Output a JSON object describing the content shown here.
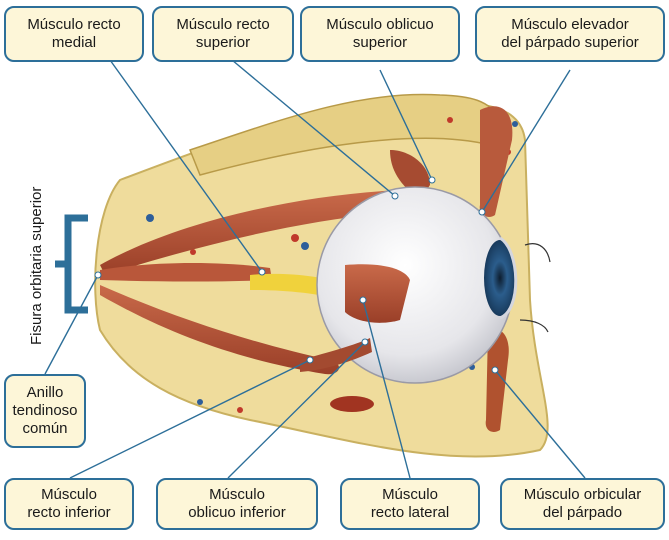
{
  "labels": {
    "medial_rectus": [
      "Músculo recto",
      "medial"
    ],
    "superior_rectus": [
      "Músculo recto",
      "superior"
    ],
    "superior_oblique": [
      "Músculo oblicuo",
      "superior"
    ],
    "levator": [
      "Músculo elevador",
      "del párpado superior"
    ],
    "annulus": [
      "Anillo",
      "tendinoso",
      "común"
    ],
    "inferior_rectus": [
      "Músculo",
      "recto inferior"
    ],
    "inferior_oblique": [
      "Músculo",
      "oblicuo inferior"
    ],
    "lateral_rectus": [
      "Músculo",
      "recto lateral"
    ],
    "orbicularis": [
      "Músculo orbicular",
      "del párpado"
    ],
    "fissure": "Fisura orbitaria superior"
  },
  "colors": {
    "label_fill": "#fdf6d8",
    "label_border": "#2d6f99",
    "leader_line": "#2d6f99",
    "muscle": "#b8583a",
    "bone": "#efdc9c",
    "sclera": "#f1f1f3",
    "iris": "#2e5a86",
    "bracket": "#2d6f99"
  }
}
